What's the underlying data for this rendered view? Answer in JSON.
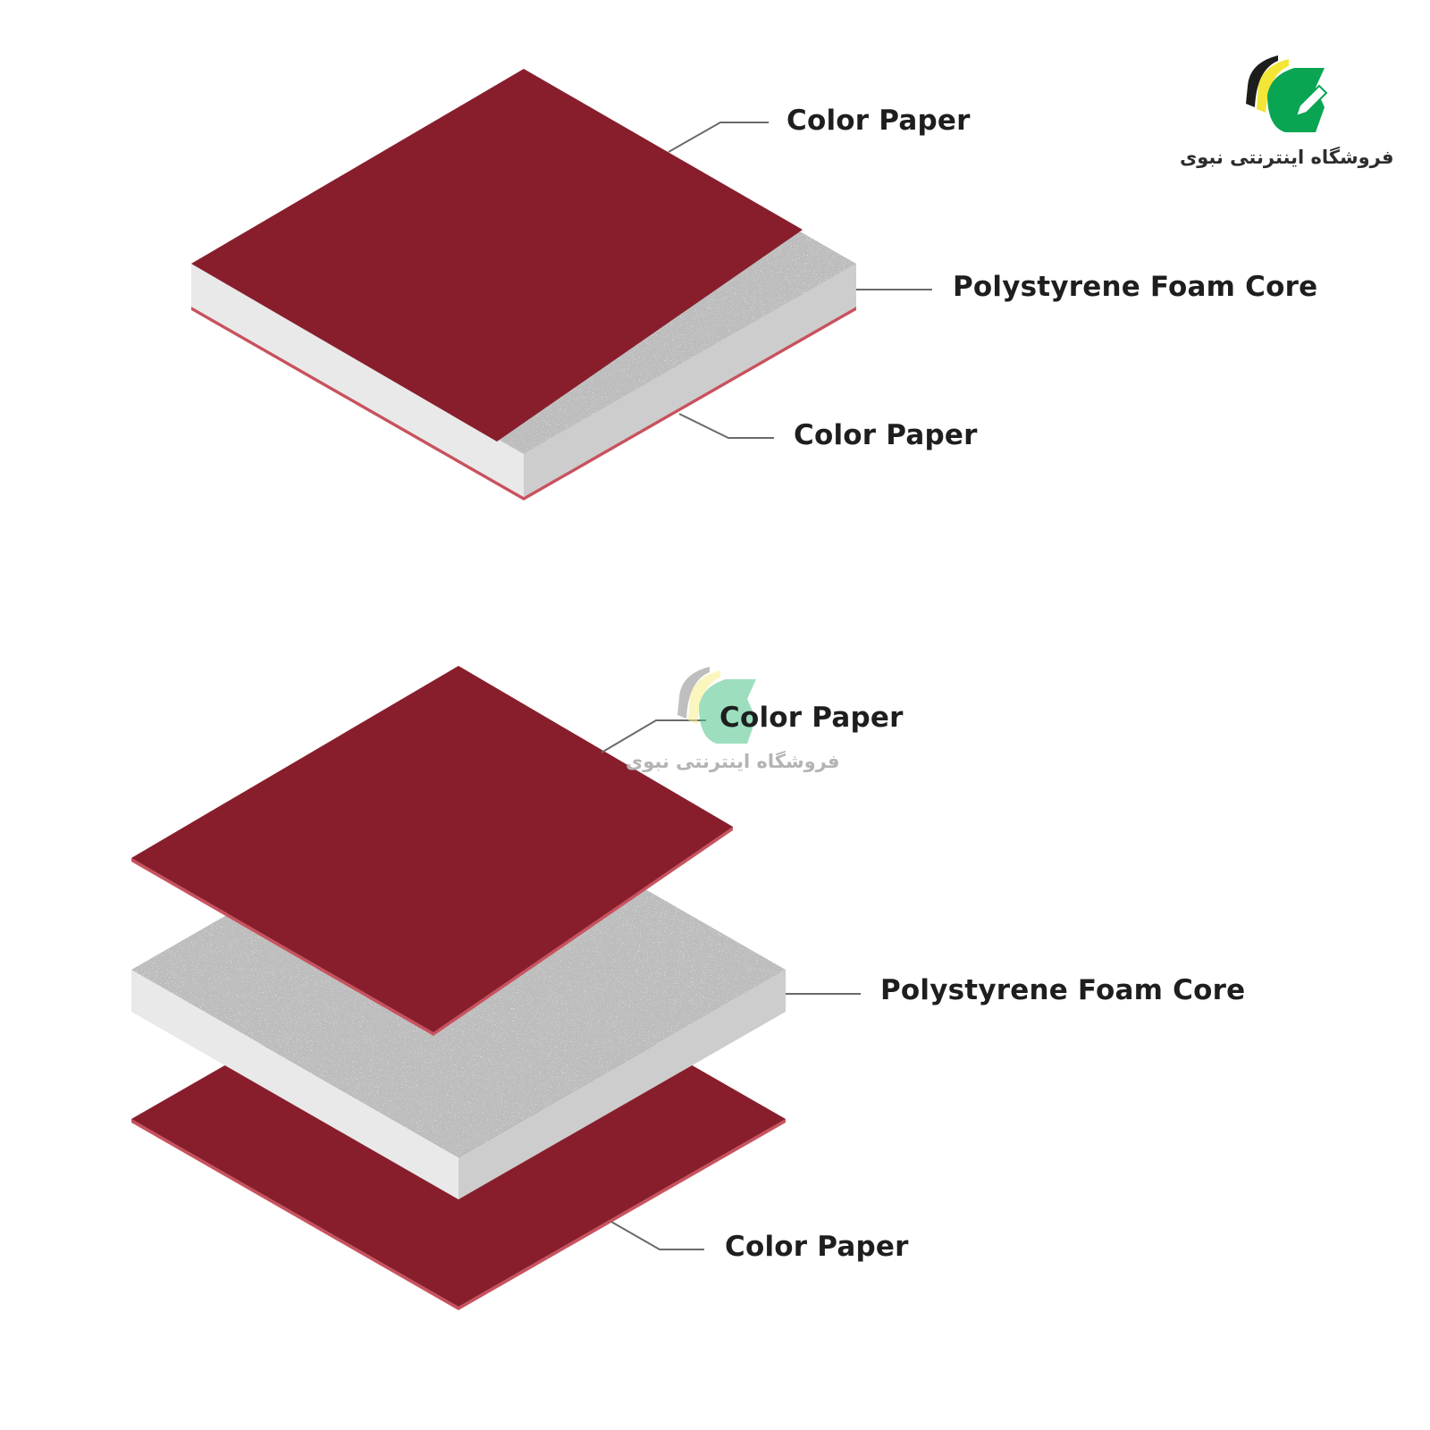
{
  "diagrams": {
    "assembled": {
      "labels": {
        "top": "Color Paper",
        "core": "Polystyrene Foam Core",
        "bottom": "Color Paper"
      }
    },
    "exploded": {
      "labels": {
        "top": "Color Paper",
        "core": "Polystyrene Foam Core",
        "bottom": "Color Paper"
      }
    }
  },
  "branding": {
    "logo_text": "فروشگاه اینترنتی نبوی",
    "watermark_text": "فروشگاه اینترنتی نبوی"
  },
  "colors": {
    "paper": "#881e2c",
    "paper_edge": "#c8525e",
    "foam_top": "#bdbdbd",
    "foam_side": "#e9e9e9",
    "foam_side_right": "#cdcdcd",
    "leader_line": "#6a6a6a",
    "logo_green": "#0aa553",
    "logo_yellow": "#f3e637",
    "logo_black": "#1d1d1b"
  }
}
